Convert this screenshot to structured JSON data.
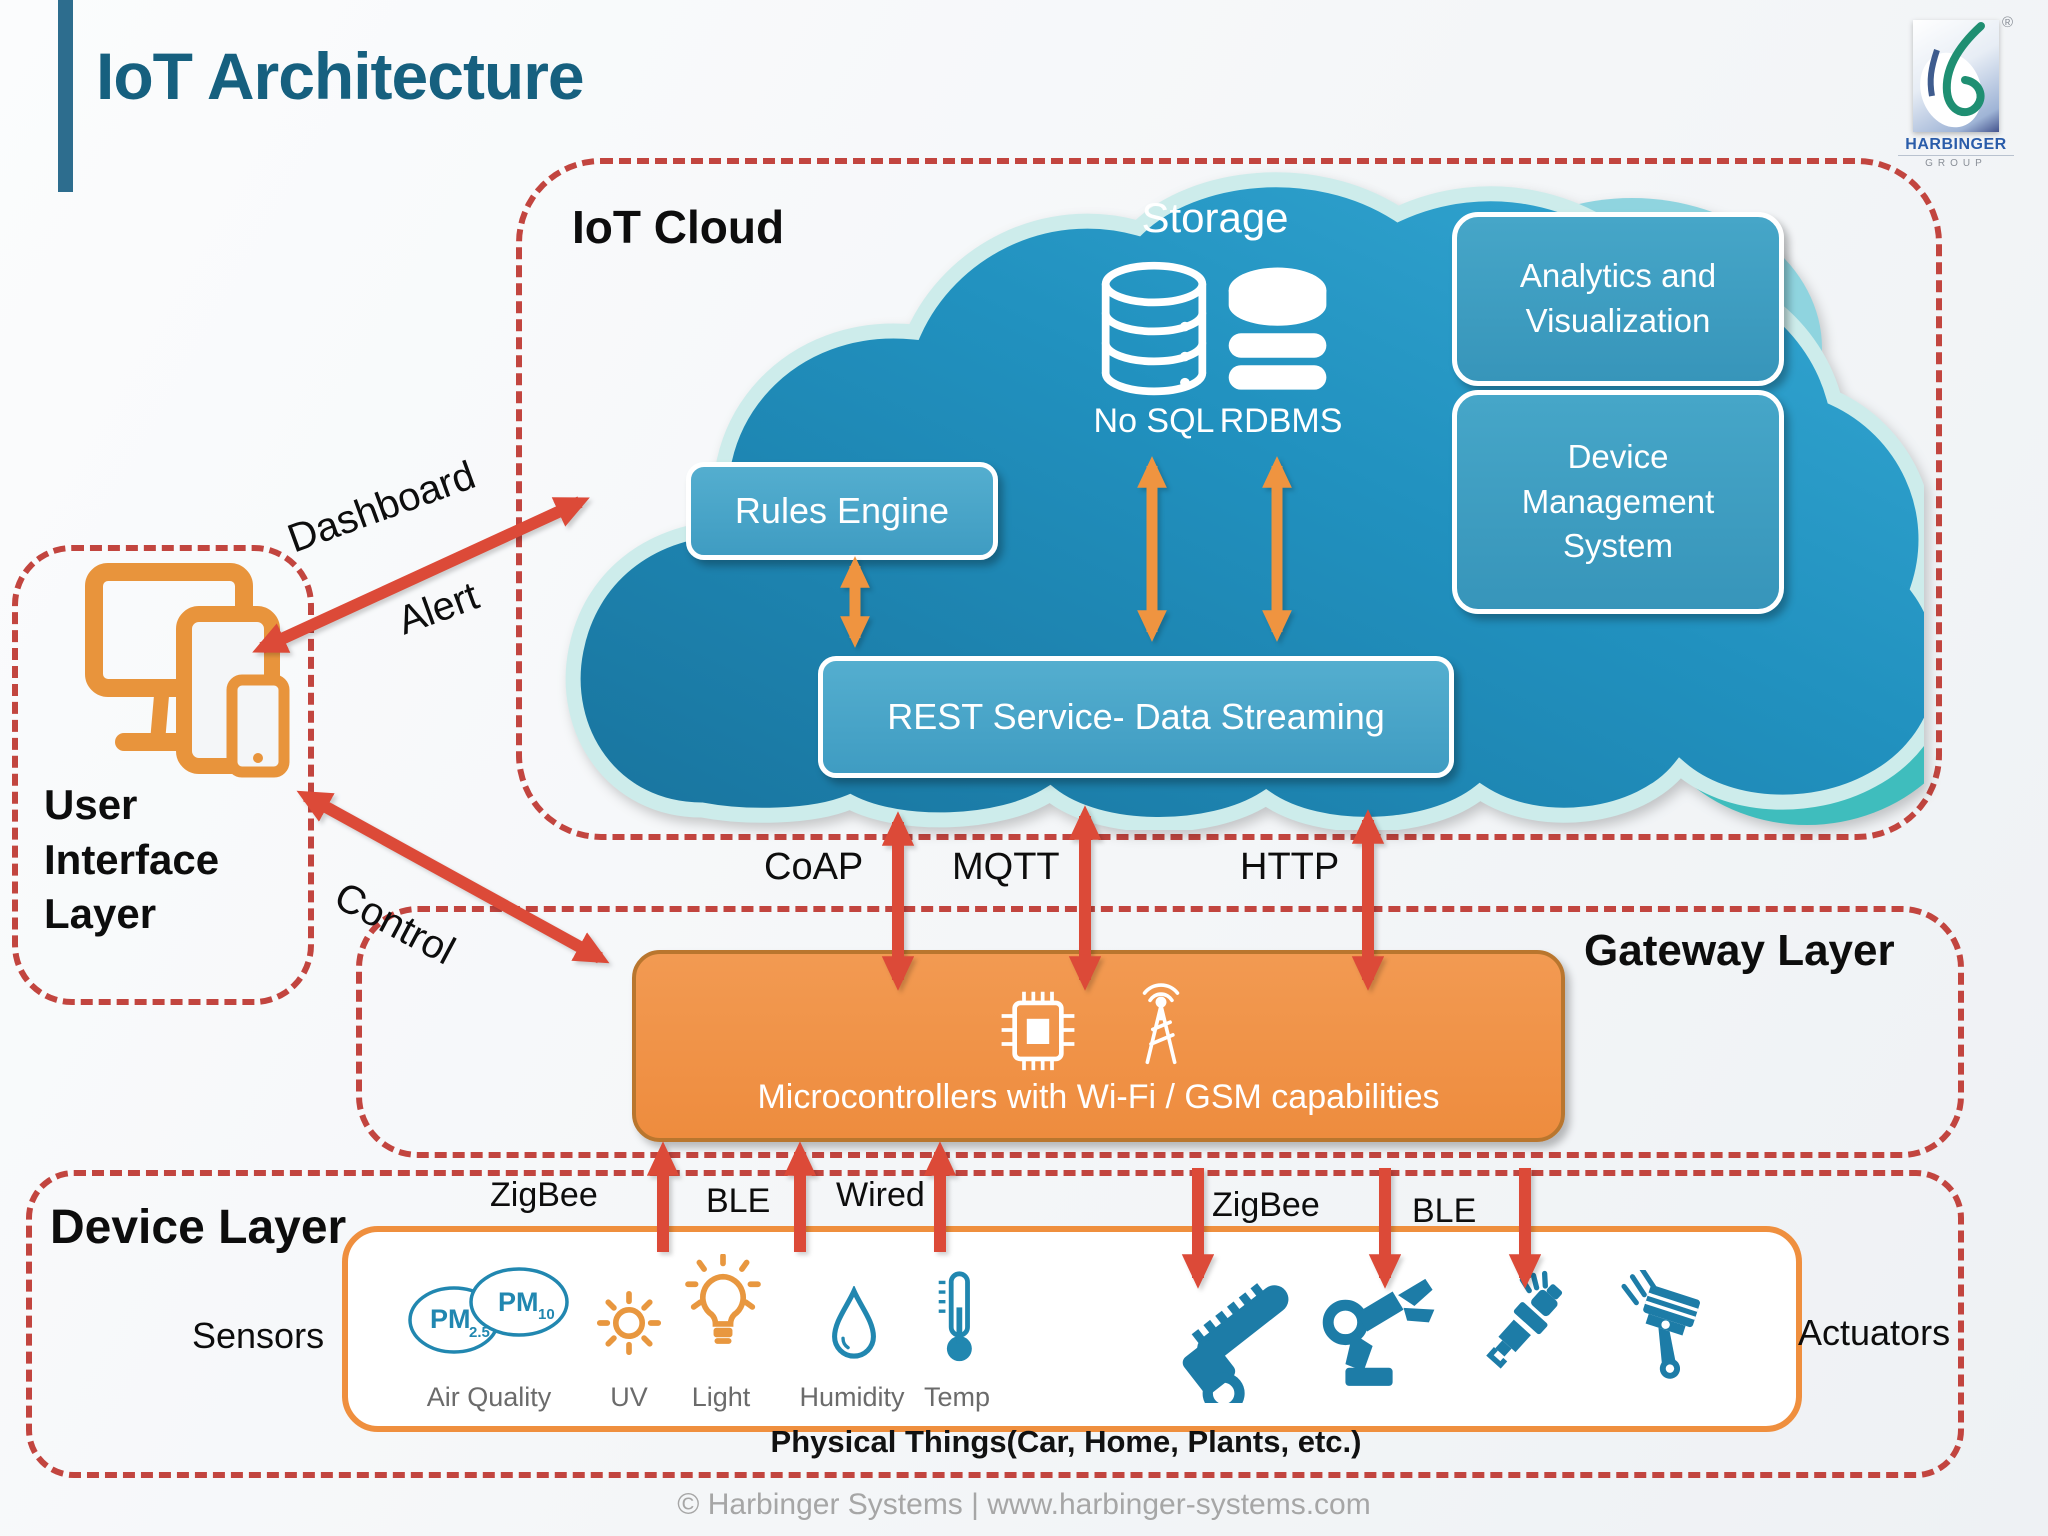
{
  "title": "IoT Architecture",
  "logo": {
    "brand": "HARBINGER",
    "group": "GROUP",
    "registered": "®"
  },
  "cloud_layer": {
    "heading": "IoT Cloud",
    "storage": {
      "title": "Storage",
      "nosql": "No SQL",
      "rdbms": "RDBMS"
    },
    "rules_engine": "Rules Engine",
    "rest_service": "REST Service- Data Streaming",
    "analytics": "Analytics and Visualization",
    "device_management": "Device Management System"
  },
  "ui_layer": {
    "heading": "User Interface Layer"
  },
  "links": {
    "dashboard": "Dashboard",
    "alert": "Alert",
    "control": "Control",
    "protocols": [
      "CoAP",
      "MQTT",
      "HTTP"
    ],
    "uplinks": [
      "ZigBee",
      "BLE",
      "Wired"
    ],
    "downlinks": [
      "ZigBee",
      "BLE"
    ]
  },
  "gateway_layer": {
    "heading": "Gateway Layer",
    "box_label": "Microcontrollers with Wi-Fi / GSM capabilities"
  },
  "device_layer": {
    "heading": "Device Layer",
    "sensors_label": "Sensors",
    "actuators_label": "Actuators",
    "sensor_names": [
      "Air Quality",
      "UV",
      "Light",
      "Humidity",
      "Temp"
    ],
    "pm": {
      "p1": "PM",
      "p1_sub": "2.5",
      "p2": "PM",
      "p2_sub": "10"
    },
    "physical_things": "Physical Things(Car, Home, Plants, etc.)"
  },
  "footer": "© Harbinger Systems | www.harbinger-systems.com",
  "colors": {
    "accent_red": "#c2453f",
    "arrow_red": "#dc4a38",
    "arrow_orange": "#ef9440",
    "cloud_blue": "#1f86b2",
    "cloud_rim": "#cdeceb",
    "panel_blue": "#3b9cc0",
    "gateway_orange": "#f19348",
    "icon_blue": "#1d7ca7",
    "icon_orange": "#e8943c",
    "title_teal": "#16607f"
  }
}
